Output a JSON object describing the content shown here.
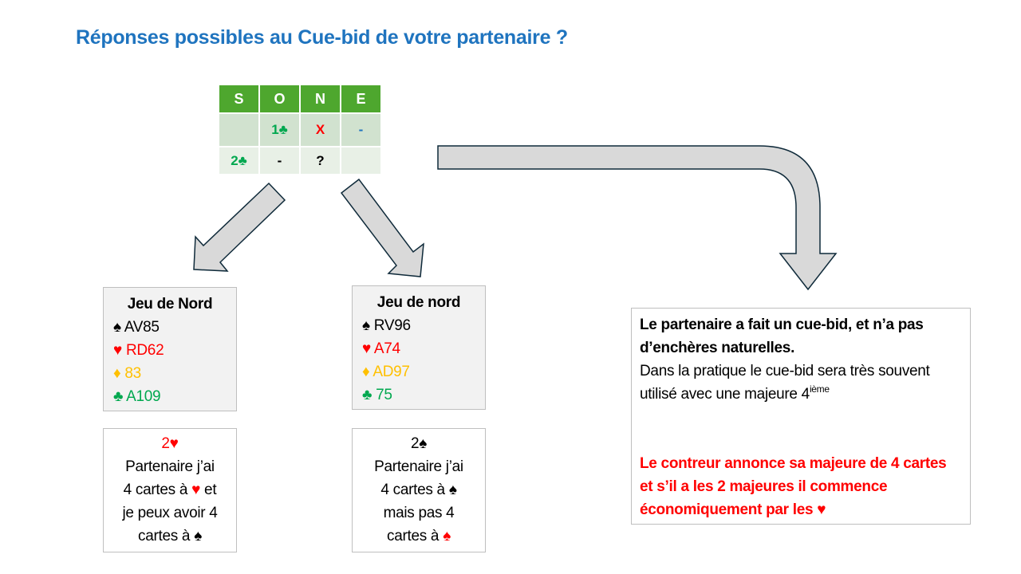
{
  "title": "Réponses possibles au Cue-bid de votre partenaire ?",
  "bidding": {
    "headers": [
      "S",
      "O",
      "N",
      "E"
    ],
    "rows": [
      [
        "",
        "1♣",
        "X",
        "-"
      ],
      [
        "2♣",
        "-",
        "?",
        ""
      ]
    ]
  },
  "hand1": {
    "title": "Jeu de Nord",
    "spades": "AV85",
    "hearts": "RD62",
    "diamonds": "83",
    "clubs": "A109"
  },
  "hand2": {
    "title": "Jeu de nord",
    "spades": "RV96",
    "hearts": "A74",
    "diamonds": "AD97",
    "clubs": "75"
  },
  "response1": {
    "bid": "2♥",
    "line1": "Partenaire j’ai",
    "line2a": "4 cartes à ",
    "line2suit": "♥",
    "line2b": " et",
    "line3": "je peux avoir 4",
    "line4a": "cartes à ",
    "line4suit": "♠"
  },
  "response2": {
    "bid": "2♠",
    "line1": "Partenaire j’ai",
    "line2a": "4 cartes à ",
    "line2suit": "♠",
    "line3": "mais pas 4",
    "line4a": "cartes à ",
    "line4suit": "♠"
  },
  "note": {
    "bold": "Le partenaire a fait un cue-bid, et n’a pas d’enchères naturelles.",
    "text": "Dans la pratique le cue-bid sera très souvent utilisé avec une majeure 4",
    "sup": "ième",
    "red": "Le contreur annonce sa majeure de 4 cartes et s’il a les 2 majeures il commence économiquement par les ",
    "red_suit": "♥"
  },
  "suits": {
    "spade": "♠",
    "heart": "♥",
    "diamond": "♦",
    "club": "♣"
  },
  "colors": {
    "title": "#1f74bf",
    "header": "#4ea72e",
    "green": "#00a84f",
    "red": "#ff0000",
    "yellow": "#ffc000",
    "arrow_fill": "#d9d9d9",
    "arrow_stroke": "#0f2a3a"
  }
}
